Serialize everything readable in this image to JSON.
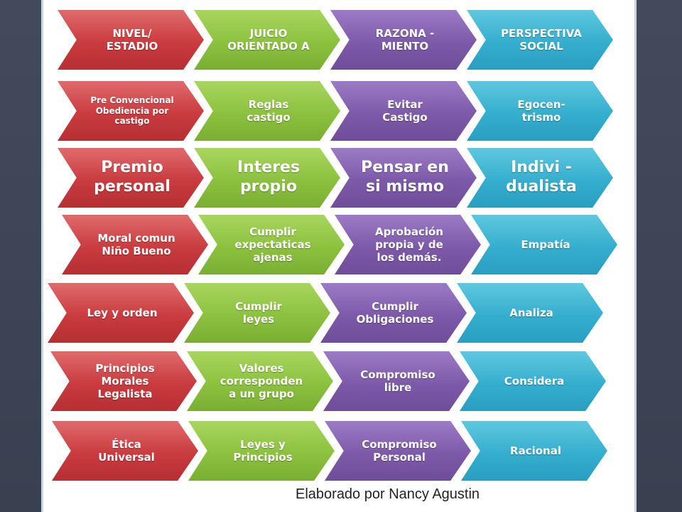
{
  "header": [
    {
      "text": "NIVEL/\nESTADIO",
      "color": "red"
    },
    {
      "text": "JUICIO\nORIENTADO A",
      "color": "green"
    },
    {
      "text": "RAZONA -\nMIENTO",
      "color": "purple"
    },
    {
      "text": "PERSPECTIVA\nSOCIAL",
      "color": "blue"
    }
  ],
  "rows": [
    [
      "Pre Convencional\nObediencia por\ncastigo",
      "Reglas\ncastigo",
      "Evitar\nCastigo",
      "Egocen-\ntrismo"
    ],
    [
      "Premio\npersonal",
      "Interes\npropio",
      "Pensar en\nsi mismo",
      "Indivi -\ndualista"
    ],
    [
      "Moral comun\nNiño Bueno",
      "Cumplir\nexpectaticas\najenas",
      "Aprobación\npropia y de\nlos demás.",
      "Empatía"
    ],
    [
      "Ley y orden",
      "Cumplir\nleyes",
      "Cumplir\nObligaciones",
      "Analiza"
    ],
    [
      "Principios\nMorales\nLegalista",
      "Valores\ncorresponden\na un grupo",
      "Compromiso\nlibre",
      "Considera"
    ],
    [
      "Ética\nUniversal",
      "Leyes y\nPrincipios",
      "Compromiso\nPersonal",
      "Racional"
    ]
  ],
  "credit": "Elaborado por Nancy Agustin",
  "colors": {
    "red": "#c93b3f",
    "green": "#8cc13f",
    "purple": "#7d5aa9",
    "blue": "#35aece"
  }
}
